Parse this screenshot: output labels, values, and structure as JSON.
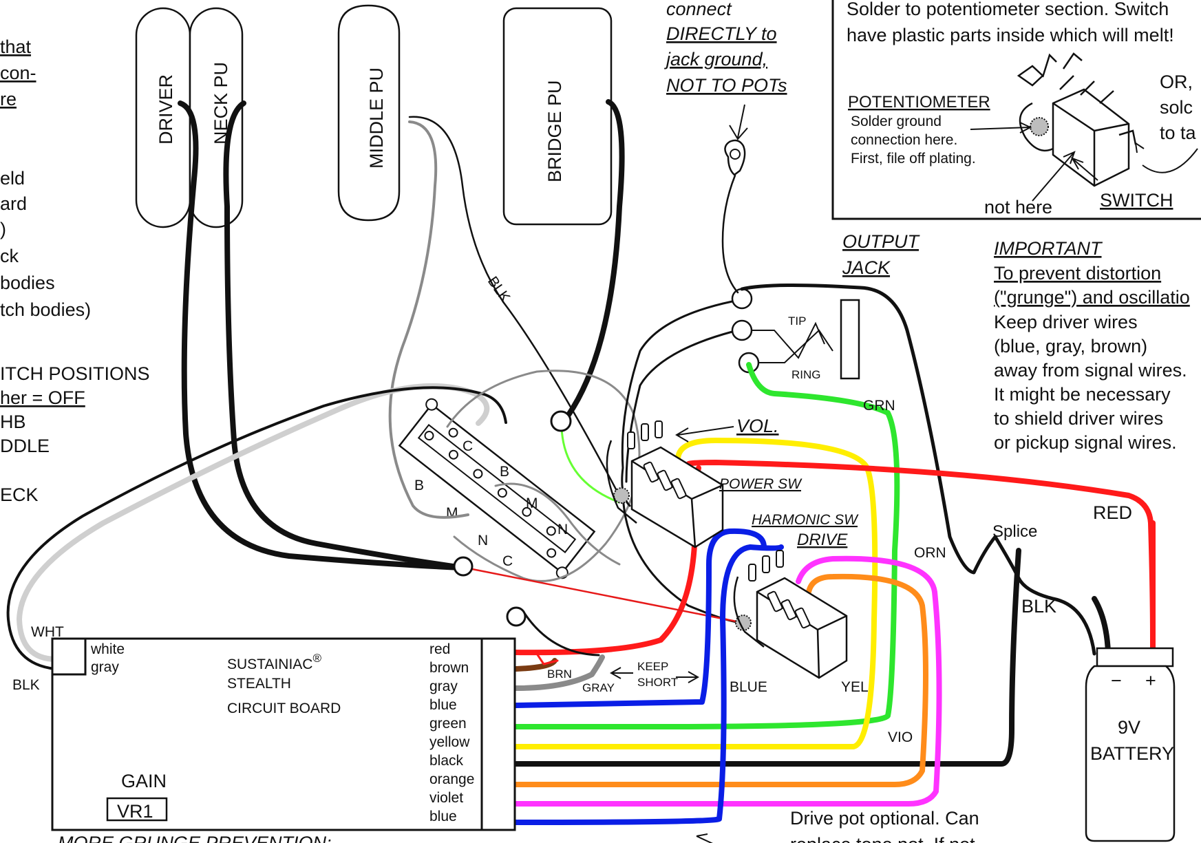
{
  "colors": {
    "black": "#111111",
    "gray": "#8a8a8a",
    "white_wire": "#cfcfcf",
    "red": "#ff1a1a",
    "thin_red": "#e61919",
    "yellow": "#ffee00",
    "green": "#2ee62e",
    "light_green": "#66ff33",
    "blue": "#0a1ee6",
    "orange": "#ff8c1a",
    "violet": "#ff33ff",
    "brown": "#7a3b12"
  },
  "pickups": {
    "driver": "DRIVER",
    "neck": "NECK PU",
    "middle": "MIDDLE PU",
    "bridge": "BRIDGE PU"
  },
  "left_notes": {
    "lines": [
      "that",
      "con-",
      "re",
      "eld",
      "ard",
      ")",
      "ck",
      "bodies",
      "tch bodies)"
    ],
    "switch_positions_title": "ITCH POSITIONS",
    "switch_lines": [
      "her = OFF",
      "HB",
      "DDLE",
      "",
      "ECK"
    ]
  },
  "top_note": {
    "connect_lines": [
      "connect",
      "DIRECTLY to",
      "jack ground,",
      "NOT TO POTs"
    ]
  },
  "inset_box": {
    "line1": "Solder to potentiometer section.  Switch",
    "line2": "have plastic parts inside which will melt!",
    "potentiometer_title": "POTENTIOMETER",
    "pot_lines": [
      "Solder ground",
      "connection here.",
      "First, file off plating."
    ],
    "not_here": "not here",
    "switch": "SWITCH",
    "or_lines": [
      "OR,",
      "solc",
      "to ta"
    ]
  },
  "output_jack": {
    "title_lines": [
      "OUTPUT ",
      "JACK"
    ],
    "tip": "TIP",
    "ring": "RING"
  },
  "important": {
    "title": "IMPORTANT",
    "underlined": [
      "To prevent distortion",
      "(\"grunge\") and oscillatio"
    ],
    "lines": [
      "Keep driver wires",
      "(blue, gray, brown)",
      "away from signal wires.",
      "It might be necessary",
      "to shield driver wires",
      "or pickup signal wires."
    ]
  },
  "wire_labels": {
    "blk_diag": "BLK",
    "grn": "GRN",
    "vol": "VOL.",
    "power_sw": "POWER SW",
    "harmonic_sw": "HARMONIC SW",
    "drive": "DRIVE",
    "orn": "ORN",
    "splice": "Splice",
    "red": "RED",
    "blk_splice": "BLK",
    "wht": "WHT",
    "blk_board": "BLK",
    "brn": "BRN",
    "gray": "GRAY",
    "keep": "KEEP",
    "short": "SHORT",
    "blue": "BLUE",
    "yel": "YEL",
    "vio": "VIO"
  },
  "selector_switch": {
    "c_top": "C",
    "b_left": "B",
    "b_mid": "B",
    "m_left": "M",
    "m_right": "M",
    "n_right": "N",
    "n_left": "N",
    "c_bottom": "C"
  },
  "circuit_board": {
    "title": "SUSTAINIAC",
    "reg": "®",
    "line2": "STEALTH",
    "line3": "CIRCUIT BOARD",
    "left_pins": [
      "white",
      "gray"
    ],
    "right_pins": [
      "red",
      "brown",
      "gray",
      "blue",
      "green",
      "yellow",
      "black",
      "orange",
      "violet",
      "blue"
    ],
    "gain": "GAIN",
    "vr1": "VR1"
  },
  "battery": {
    "minus": "−",
    "plus": "+",
    "line1": "9V",
    "line2": "BATTERY"
  },
  "bottom_notes": {
    "grunge": "MORE GRUNGE PREVENTION:",
    "drive_optional_1": "Drive pot optional.  Can",
    "drive_optional_2": "replace tone pot.  If not"
  }
}
